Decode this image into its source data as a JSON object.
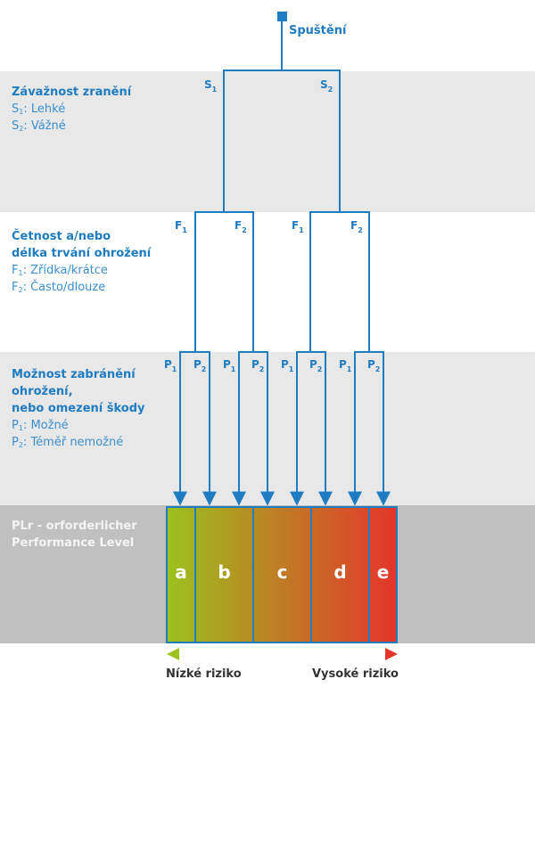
{
  "start_label": "Spuštění",
  "sections": {
    "severity": {
      "heading": "Závažnost zranění",
      "items": [
        {
          "code": "S",
          "sub": "1",
          "text": ": Lehké"
        },
        {
          "code": "S",
          "sub": "2",
          "text": ": Vážné"
        }
      ]
    },
    "frequency": {
      "heading_lines": [
        "Četnost a/nebo",
        "délka trvání ohrožení"
      ],
      "items": [
        {
          "code": "F",
          "sub": "1",
          "text": ": Zřídka/krátce"
        },
        {
          "code": "F",
          "sub": "2",
          "text": ": Často/dlouze"
        }
      ]
    },
    "avoidance": {
      "heading_lines": [
        "Možnost zabránění",
        "ohrožení,",
        "nebo omezení škody"
      ],
      "items": [
        {
          "code": "P",
          "sub": "1",
          "text": ": Možné"
        },
        {
          "code": "P",
          "sub": "2",
          "text": ": Téměř nemožné"
        }
      ]
    },
    "plr": {
      "heading_lines": [
        "PLr - orforderlicher",
        "Performance Level"
      ]
    }
  },
  "branch_labels": {
    "s": [
      {
        "code": "S",
        "sub": "1"
      },
      {
        "code": "S",
        "sub": "2"
      }
    ],
    "f": [
      {
        "code": "F",
        "sub": "1"
      },
      {
        "code": "F",
        "sub": "2"
      },
      {
        "code": "F",
        "sub": "1"
      },
      {
        "code": "F",
        "sub": "2"
      }
    ],
    "p": [
      {
        "code": "P",
        "sub": "1"
      },
      {
        "code": "P",
        "sub": "2"
      },
      {
        "code": "P",
        "sub": "1"
      },
      {
        "code": "P",
        "sub": "2"
      },
      {
        "code": "P",
        "sub": "1"
      },
      {
        "code": "P",
        "sub": "2"
      },
      {
        "code": "P",
        "sub": "1"
      },
      {
        "code": "P",
        "sub": "2"
      }
    ]
  },
  "levels": [
    "a",
    "b",
    "c",
    "d",
    "e"
  ],
  "risk": {
    "low_label": "Nízké riziko",
    "high_label": "Vysoké riziko"
  },
  "colors": {
    "line": "#1f7cc0",
    "gradient_start": "#9bc21e",
    "gradient_end": "#e4352b"
  }
}
